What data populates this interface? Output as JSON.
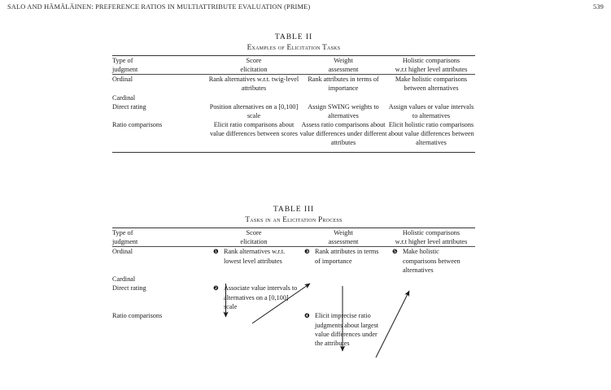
{
  "running_head": {
    "title": "SALO AND HÄMÄLÄINEN: PREFERENCE RATIOS IN MULTIATTRIBUTE EVALUATION (PRIME)",
    "page_number": "539"
  },
  "table_2": {
    "caption": "TABLE  II",
    "subcaption": "Examples of Elicitation Tasks",
    "columns": [
      {
        "line1": "Type of",
        "line2": "judgment"
      },
      {
        "line1": "Score",
        "line2": "elicitation"
      },
      {
        "line1": "Weight",
        "line2": "assessment"
      },
      {
        "line1": "Holistic comparisons",
        "line2": "w.r.t higher level attributes"
      }
    ],
    "rows": [
      {
        "label": "Ordinal",
        "indent": false,
        "score": "Rank alternatives w.r.t. twig-level attributes",
        "weight": "Rank attributes in terms of importance",
        "holistic": "Make holistic comparisons between alternatives"
      },
      {
        "label": "Cardinal",
        "indent": false,
        "score": "",
        "weight": "",
        "holistic": ""
      },
      {
        "label": "Direct rating",
        "indent": true,
        "score": "Position alternatives on a [0,100] scale",
        "weight": "Assign SWING weights to alternatives",
        "holistic": "Assign values or value intervals to alternatives"
      },
      {
        "label": "Ratio comparisons",
        "indent": true,
        "score": "Elicit ratio comparisons about value differences between scores",
        "weight": "Assess ratio comparisons about value differences under different attributes",
        "holistic": "Elicit holistic ratio comparisons about value differences between alternatives"
      }
    ]
  },
  "table_3": {
    "caption": "TABLE  III",
    "subcaption": "Tasks in an Elicitation Process",
    "columns": [
      {
        "line1": "Type of",
        "line2": "judgment"
      },
      {
        "line1": "Score",
        "line2": "elicitation"
      },
      {
        "line1": "Weight",
        "line2": "assessment"
      },
      {
        "line1": "Holistic comparisons",
        "line2": "w.r.t higher level attributes"
      }
    ],
    "rows": [
      {
        "label": "Ordinal",
        "indent": false,
        "score_marker": "❶",
        "score": "Rank alternatives w.r.t. lowest level attributes",
        "weight_marker": "❸",
        "weight": "Rank attributes in terms of importance",
        "holistic_marker": "❺",
        "holistic": "Make holistic comparisons between alternatives"
      },
      {
        "label": "Cardinal",
        "indent": false,
        "score_marker": "",
        "score": "",
        "weight_marker": "",
        "weight": "",
        "holistic_marker": "",
        "holistic": ""
      },
      {
        "label": "Direct rating",
        "indent": true,
        "score_marker": "❷",
        "score": "Associate value intervals to alternatives on a [0,100] scale",
        "weight_marker": "",
        "weight": "",
        "holistic_marker": "",
        "holistic": ""
      },
      {
        "label": "Ratio comparisons",
        "indent": true,
        "score_marker": "",
        "score": "",
        "weight_marker": "❹",
        "weight": "Elicit imprecise ratio judgments about largest value differences under the attributes",
        "holistic_marker": "",
        "holistic": ""
      }
    ],
    "flow": {
      "description": "Process order 1 to 5 shown by arrows",
      "arrows": [
        {
          "name": "arrow-1-to-2",
          "from": "❶",
          "to": "❷"
        },
        {
          "name": "arrow-2-to-3",
          "from": "❷",
          "to": "❸"
        },
        {
          "name": "arrow-3-to-4",
          "from": "❸",
          "to": "❹"
        },
        {
          "name": "arrow-4-to-5",
          "from": "❹",
          "to": "❺"
        }
      ]
    }
  },
  "colors": {
    "rule": "#35353a",
    "text": "#1a1a1a",
    "arrow": "#1a1a1a"
  }
}
